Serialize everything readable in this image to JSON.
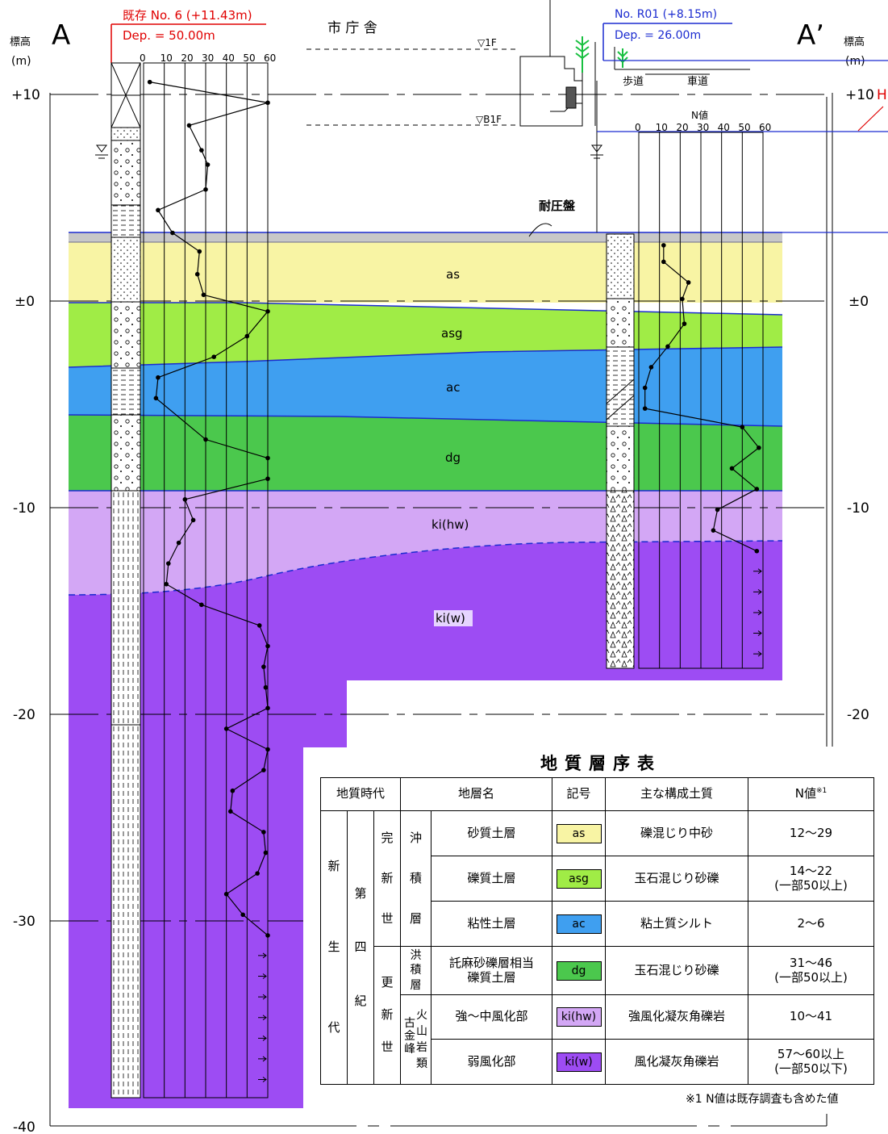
{
  "section": {
    "left_mark": "A",
    "right_mark": "A’",
    "elev_unit_label": "標高",
    "elev_unit": "(m)",
    "building_label": "市 庁 舎",
    "floor_1f": "▽1F",
    "floor_b1f": "▽B1F",
    "sidewalk_label": "歩道",
    "roadway_label": "車道",
    "bearing_layer_label": "耐圧盤",
    "nvalue_label": "N値",
    "cut_h_label": "H",
    "elevation_ticks": [
      "+10",
      "±0",
      "-10",
      "-20",
      "-30",
      "-40"
    ],
    "colors": {
      "as": "#f8f4a4",
      "asg": "#a0ec46",
      "ac": "#3f9ff0",
      "dg": "#4bc84d",
      "ki_hw": "#d3a7f5",
      "ki_w": "#9d4cf3",
      "base_layer": "#c8c8c8",
      "boring1_color": "#e00000",
      "boring2_color": "#0000ee"
    }
  },
  "boring1": {
    "name": "既存 No. 6 (+11.43m)",
    "depth": "Dep. = 50.00m",
    "scale": [
      "0",
      "10",
      "20",
      "30",
      "40",
      "50",
      "60"
    ]
  },
  "boring2": {
    "name": "No. R01 (+8.15m)",
    "depth": "Dep. = 26.00m",
    "scale": [
      "0",
      "10",
      "20",
      "30",
      "40",
      "50",
      "60"
    ]
  },
  "layer_labels": [
    "as",
    "asg",
    "ac",
    "dg",
    "ki(hw)",
    "ki(w)"
  ],
  "table": {
    "title": "地質層序表",
    "headers": [
      "地質時代",
      "地層名",
      "記号",
      "主な構成土質",
      "N値"
    ],
    "n_header_note": "※1",
    "era": "新生代",
    "period": "第四紀",
    "epoch_holocene": "完新世",
    "epoch_pleistocene": "更新世",
    "group_alluvium": "沖積層",
    "group_diluvium": "洪積層",
    "group_volcanic_a": "古金峰",
    "group_volcanic_b": "火山岩類",
    "rows": [
      {
        "name": "砂質土層",
        "symbol": "as",
        "soil": "礫混じり中砂",
        "n": "12〜29",
        "n2": ""
      },
      {
        "name": "礫質土層",
        "symbol": "asg",
        "soil": "玉石混じり砂礫",
        "n": "14〜22",
        "n2": "(一部50以上)"
      },
      {
        "name": "粘性土層",
        "symbol": "ac",
        "soil": "粘土質シルト",
        "n": "2〜6",
        "n2": ""
      },
      {
        "name": "託麻砂礫層相当",
        "name2": "礫質土層",
        "symbol": "dg",
        "soil": "玉石混じり砂礫",
        "n": "31〜46",
        "n2": "(一部50以上)"
      },
      {
        "name": "強〜中風化部",
        "symbol": "ki(hw)",
        "soil": "強風化凝灰角礫岩",
        "n": "10〜41",
        "n2": ""
      },
      {
        "name": "弱風化部",
        "symbol": "ki(w)",
        "soil": "風化凝灰角礫岩",
        "n": "57〜60以上",
        "n2": "(一部50以下)"
      }
    ],
    "note": "※1 N値は既存調査も含めた値"
  },
  "chart_data": {
    "type": "line",
    "ylabel": "標高(m)",
    "ylim": [
      -40,
      12
    ],
    "series": [
      {
        "name": "既存 No. 6 (+11.43m)",
        "note": "N value vs elevation (m)",
        "points": [
          [
            3,
            10.6
          ],
          [
            60,
            9.6
          ],
          [
            22,
            8.5
          ],
          [
            28,
            7.3
          ],
          [
            31,
            6.6
          ],
          [
            30,
            5.4
          ],
          [
            7,
            4.4
          ],
          [
            14,
            3.3
          ],
          [
            27,
            2.4
          ],
          [
            26,
            1.3
          ],
          [
            29,
            0.3
          ],
          [
            60,
            -0.5
          ],
          [
            50,
            -1.7
          ],
          [
            34,
            -2.7
          ],
          [
            7,
            -3.7
          ],
          [
            6,
            -4.7
          ],
          [
            30,
            -6.7
          ],
          [
            60,
            -7.6
          ],
          [
            60,
            -8.6
          ],
          [
            20,
            -9.6
          ],
          [
            24,
            -10.6
          ],
          [
            17,
            -11.7
          ],
          [
            12,
            -12.7
          ],
          [
            11,
            -13.7
          ],
          [
            28,
            -14.7
          ],
          [
            56,
            -15.7
          ],
          [
            60,
            -16.7
          ],
          [
            58,
            -17.7
          ],
          [
            59,
            -18.7
          ],
          [
            60,
            -19.7
          ],
          [
            40,
            -20.7
          ],
          [
            60,
            -21.7
          ],
          [
            58,
            -22.7
          ],
          [
            43,
            -23.7
          ],
          [
            42,
            -24.7
          ],
          [
            58,
            -25.7
          ],
          [
            59,
            -26.7
          ],
          [
            55,
            -27.7
          ],
          [
            40,
            -28.7
          ],
          [
            48,
            -29.7
          ],
          [
            60,
            -30.7
          ]
        ]
      },
      {
        "name": "No. R01 (+8.15m)",
        "note": "N value vs elevation (m)",
        "points": [
          [
            12,
            2.7
          ],
          [
            12,
            1.9
          ],
          [
            24,
            0.9
          ],
          [
            21,
            0.1
          ],
          [
            22,
            -1.1
          ],
          [
            14,
            -2.2
          ],
          [
            6,
            -3.2
          ],
          [
            3,
            -4.2
          ],
          [
            3,
            -5.2
          ],
          [
            50,
            -6.1
          ],
          [
            58,
            -7.1
          ],
          [
            45,
            -8.1
          ],
          [
            57,
            -9.1
          ],
          [
            38,
            -10.1
          ],
          [
            36,
            -11.1
          ],
          [
            57,
            -12.1
          ]
        ]
      }
    ]
  }
}
